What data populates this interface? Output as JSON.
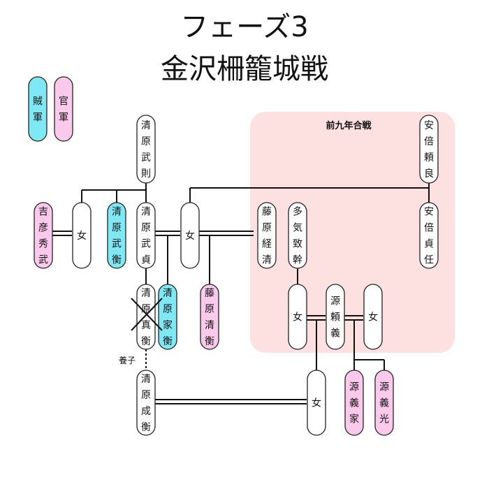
{
  "title": {
    "line1": "フェーズ3",
    "line2": "金沢柵籠城戦"
  },
  "region": {
    "label": "前九年合戦",
    "color": "#fde0e0"
  },
  "colors": {
    "rebel": "#7fe8f5",
    "government": "#fbc9ec",
    "neutral": "#ffffff"
  },
  "legend": [
    {
      "id": "legend-rebel",
      "text": "賊軍",
      "faction": "rebel"
    },
    {
      "id": "legend-government",
      "text": "官軍",
      "faction": "government"
    }
  ],
  "people": [
    {
      "id": "kiyohara-takenori",
      "text": "清原武則",
      "faction": "neutral"
    },
    {
      "id": "kikko-hidetake",
      "text": "吉彦秀武",
      "faction": "government"
    },
    {
      "id": "woman-left",
      "text": "女",
      "faction": "neutral"
    },
    {
      "id": "kiyohara-takehira",
      "text": "清原武衡",
      "faction": "rebel"
    },
    {
      "id": "kiyohara-takesada",
      "text": "清原武貞",
      "faction": "neutral"
    },
    {
      "id": "woman-center",
      "text": "女",
      "faction": "neutral"
    },
    {
      "id": "fujiwara-tsunekiyo",
      "text": "藤原経清",
      "faction": "neutral"
    },
    {
      "id": "tajiki-mune",
      "text": "多気致幹",
      "faction": "neutral"
    },
    {
      "id": "abe-yoriyoshi",
      "text": "安倍頼良",
      "faction": "neutral"
    },
    {
      "id": "abe-sadato",
      "text": "安倍貞任",
      "faction": "neutral"
    },
    {
      "id": "kiyohara-sanehira",
      "text": "清原真衡",
      "faction": "neutral",
      "deceased": true
    },
    {
      "id": "kiyohara-iehira",
      "text": "清原家衡",
      "faction": "rebel"
    },
    {
      "id": "fujiwara-kiyohira",
      "text": "藤原清衡",
      "faction": "government"
    },
    {
      "id": "woman-tajiki",
      "text": "女",
      "faction": "neutral"
    },
    {
      "id": "minamoto-yoriyoshi",
      "text": "源頼義",
      "faction": "neutral"
    },
    {
      "id": "woman-right",
      "text": "女",
      "faction": "neutral"
    },
    {
      "id": "kiyohara-narihira",
      "text": "清原成衡",
      "faction": "neutral"
    },
    {
      "id": "woman-bottom",
      "text": "女",
      "faction": "neutral"
    },
    {
      "id": "minamoto-yoshiie",
      "text": "源義家",
      "faction": "government"
    },
    {
      "id": "minamoto-yoshimitsu",
      "text": "源義光",
      "faction": "government"
    }
  ],
  "adoption_label": "養子"
}
